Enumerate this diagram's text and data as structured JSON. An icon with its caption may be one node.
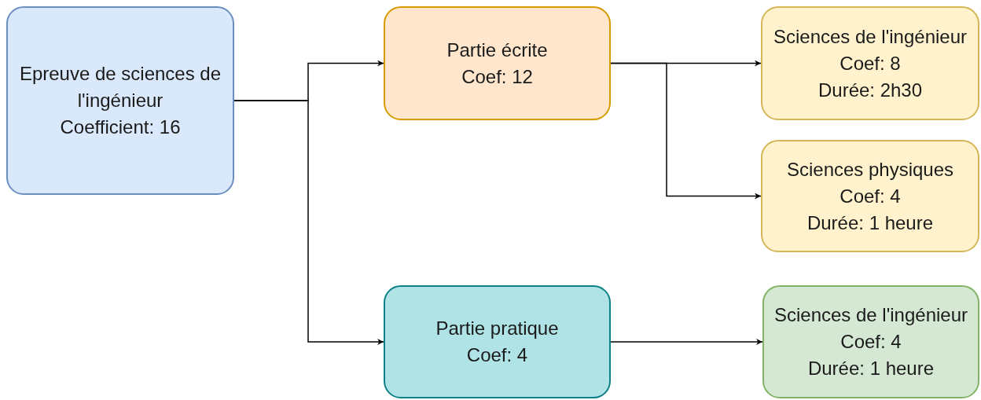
{
  "diagram": {
    "nodes": [
      {
        "text": [
          "Epreuve de sciences de l'ingénieur",
          "Coefficient: 16"
        ]
      },
      {
        "text": [
          "Partie écrite",
          "Coef: 12"
        ]
      },
      {
        "text": [
          "Sciences de l'ingénieur",
          "Coef: 8",
          "Durée: 2h30"
        ]
      },
      {
        "text": [
          "Sciences physiques",
          "Coef: 4",
          "Durée: 1 heure"
        ]
      },
      {
        "text": [
          "Partie pratique",
          "Coef: 4"
        ]
      },
      {
        "text": [
          "Sciences de l'ingénieur",
          "Coef: 4",
          "Durée: 1 heure"
        ]
      }
    ],
    "edges": [
      {
        "from": 0,
        "to": 1,
        "arrow": "to"
      },
      {
        "from": 0,
        "to": 4,
        "arrow": "to"
      },
      {
        "from": 1,
        "to": 2,
        "arrow": "to"
      },
      {
        "from": 1,
        "to": 3,
        "arrow": "to"
      },
      {
        "from": 4,
        "to": 5,
        "arrow": "to"
      }
    ]
  }
}
